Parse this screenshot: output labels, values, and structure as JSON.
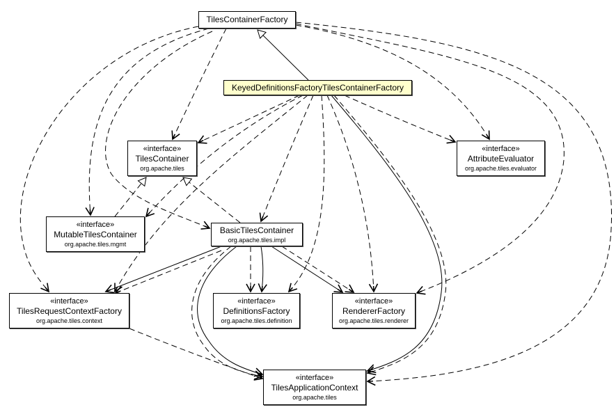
{
  "diagram": {
    "type": "uml-class-dependency",
    "nodes": [
      {
        "id": "tcf",
        "name": "TilesContainerFactory",
        "stereotype": "",
        "package": "",
        "highlight": false
      },
      {
        "id": "kdf",
        "name": "KeyedDefinitionsFactoryTilesContainerFactory",
        "stereotype": "",
        "package": "",
        "highlight": true
      },
      {
        "id": "tc",
        "name": "TilesContainer",
        "stereotype": "«interface»",
        "package": "org.apache.tiles",
        "highlight": false
      },
      {
        "id": "ae",
        "name": "AttributeEvaluator",
        "stereotype": "«interface»",
        "package": "org.apache.tiles.evaluator",
        "highlight": false
      },
      {
        "id": "mtc",
        "name": "MutableTilesContainer",
        "stereotype": "«interface»",
        "package": "org.apache.tiles.mgmt",
        "highlight": false
      },
      {
        "id": "btc",
        "name": "BasicTilesContainer",
        "stereotype": "",
        "package": "org.apache.tiles.impl",
        "highlight": false
      },
      {
        "id": "trcf",
        "name": "TilesRequestContextFactory",
        "stereotype": "«interface»",
        "package": "org.apache.tiles.context",
        "highlight": false
      },
      {
        "id": "df",
        "name": "DefinitionsFactory",
        "stereotype": "«interface»",
        "package": "org.apache.tiles.definition",
        "highlight": false
      },
      {
        "id": "rf",
        "name": "RendererFactory",
        "stereotype": "«interface»",
        "package": "org.apache.tiles.renderer",
        "highlight": false
      },
      {
        "id": "tac",
        "name": "TilesApplicationContext",
        "stereotype": "«interface»",
        "package": "org.apache.tiles",
        "highlight": false
      }
    ],
    "edges": [
      {
        "from": "kdf",
        "to": "tcf",
        "kind": "generalization"
      },
      {
        "from": "mtc",
        "to": "tc",
        "kind": "generalization"
      },
      {
        "from": "btc",
        "to": "tc",
        "kind": "generalization"
      },
      {
        "from": "tcf",
        "to": "tc",
        "kind": "dependency"
      },
      {
        "from": "tcf",
        "to": "mtc",
        "kind": "dependency"
      },
      {
        "from": "tcf",
        "to": "btc",
        "kind": "dependency"
      },
      {
        "from": "tcf",
        "to": "trcf",
        "kind": "dependency"
      },
      {
        "from": "tcf",
        "to": "ae",
        "kind": "dependency"
      },
      {
        "from": "tcf",
        "to": "rf",
        "kind": "dependency"
      },
      {
        "from": "tcf",
        "to": "tac",
        "kind": "dependency"
      },
      {
        "from": "kdf",
        "to": "tc",
        "kind": "dependency"
      },
      {
        "from": "kdf",
        "to": "mtc",
        "kind": "dependency"
      },
      {
        "from": "kdf",
        "to": "btc",
        "kind": "dependency"
      },
      {
        "from": "kdf",
        "to": "trcf",
        "kind": "dependency"
      },
      {
        "from": "kdf",
        "to": "df",
        "kind": "dependency"
      },
      {
        "from": "kdf",
        "to": "rf",
        "kind": "dependency"
      },
      {
        "from": "kdf",
        "to": "ae",
        "kind": "dependency"
      },
      {
        "from": "kdf",
        "to": "tac",
        "kind": "association"
      },
      {
        "from": "kdf",
        "to": "tac",
        "kind": "dependency"
      },
      {
        "from": "btc",
        "to": "trcf",
        "kind": "association"
      },
      {
        "from": "btc",
        "to": "trcf",
        "kind": "dependency"
      },
      {
        "from": "btc",
        "to": "df",
        "kind": "association"
      },
      {
        "from": "btc",
        "to": "df",
        "kind": "dependency"
      },
      {
        "from": "btc",
        "to": "rf",
        "kind": "association"
      },
      {
        "from": "btc",
        "to": "rf",
        "kind": "dependency"
      },
      {
        "from": "btc",
        "to": "tac",
        "kind": "association"
      },
      {
        "from": "btc",
        "to": "tac",
        "kind": "dependency"
      },
      {
        "from": "trcf",
        "to": "tac",
        "kind": "dependency"
      }
    ]
  }
}
